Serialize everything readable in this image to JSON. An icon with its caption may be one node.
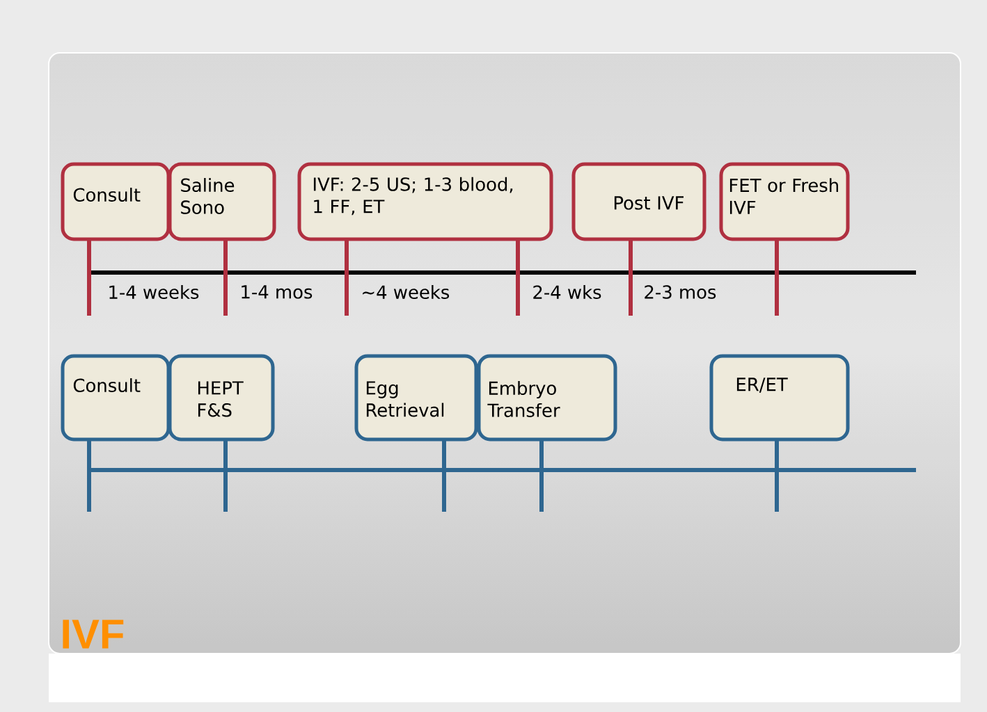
{
  "diagram": {
    "title": "IVF",
    "nodes": [
      {
        "text": [
          "Consult"
        ]
      },
      {
        "text": [
          "Saline Sono"
        ]
      },
      {
        "text": [
          "IVF: 2-5 US; 1-3 blood, 1 FF, ET"
        ]
      },
      {
        "text": [
          "Post IVF"
        ]
      },
      {
        "text": [
          "FET or Fresh IVF"
        ]
      },
      {
        "text": [
          "Consult"
        ]
      },
      {
        "text": [
          "HEPT F&S"
        ]
      },
      {
        "text": [
          "Egg Retrieval"
        ]
      },
      {
        "text": [
          "Embryo Transfer"
        ]
      },
      {
        "text": [
          "ER/ET"
        ]
      }
    ],
    "labels": [
      "1-4 weeks",
      "1-4 mos",
      "~4 weeks",
      "2-4 wks",
      "2-3 mos"
    ]
  }
}
